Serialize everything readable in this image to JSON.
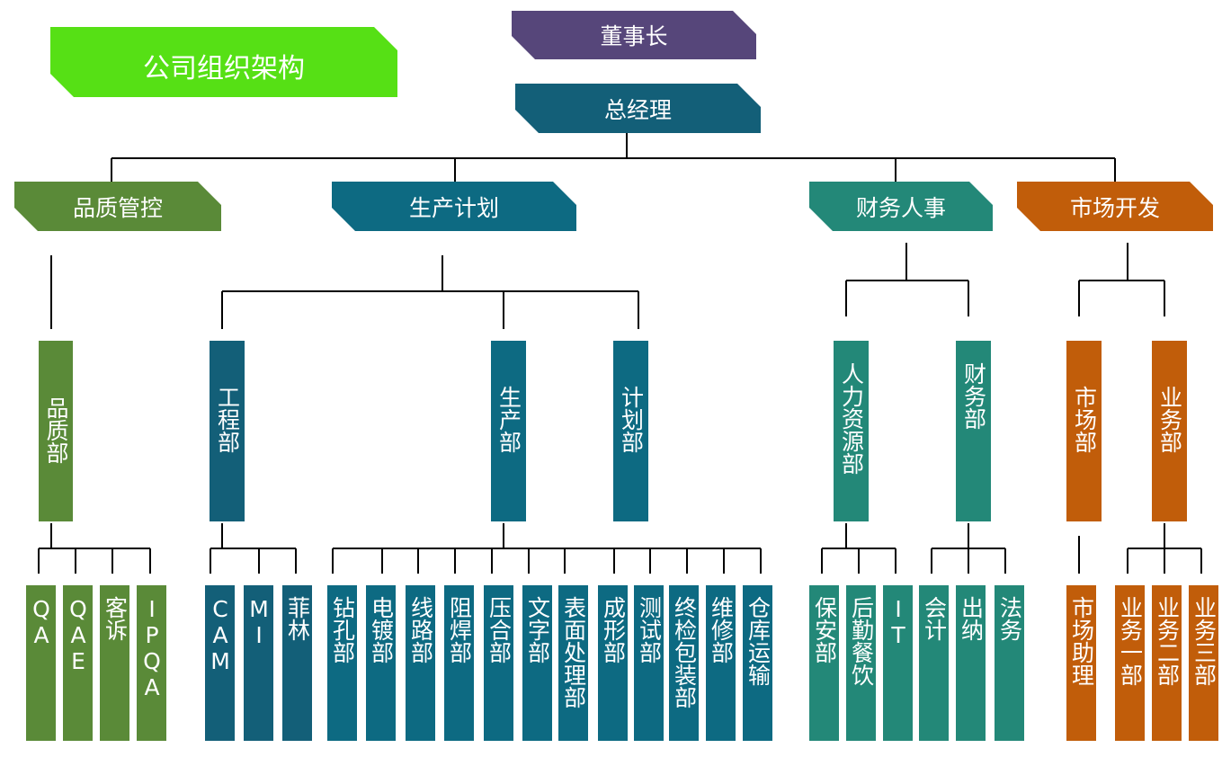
{
  "title": "公司组织架构",
  "colors": {
    "chairman": "#56467a",
    "manager": "#135f78",
    "quality": "#5a8a38",
    "production": "#0d6a82",
    "finance": "#238878",
    "market": "#c15d0a",
    "title": "#56e015",
    "line": "#000000"
  },
  "chairman": "董事长",
  "general_manager": "总经理",
  "divisions": {
    "quality": "品质管控",
    "production": "生产计划",
    "finance": "财务人事",
    "market": "市场开发"
  },
  "departments": {
    "quality_dept": "品质部",
    "engineering": "工程部",
    "production_dept": "生产部",
    "planning": "计划部",
    "hr": "人力资源部",
    "finance_dept": "财务部",
    "market_dept": "市场部",
    "business": "业务部"
  },
  "units": {
    "quality": [
      "QA",
      "QAE",
      "客诉",
      "IPQA"
    ],
    "engineering": [
      "CAM",
      "MI",
      "菲林"
    ],
    "production": [
      "钻孔部",
      "电镀部",
      "线路部",
      "阻焊部",
      "压合部",
      "文字部",
      "表面处理部",
      "成形部",
      "测试部",
      "终检包装部",
      "维修部",
      "仓库运输"
    ],
    "hr": [
      "保安部",
      "后勤餐饮",
      "IT"
    ],
    "finance": [
      "会计",
      "出纳",
      "法务"
    ],
    "market": [
      "市场助理"
    ],
    "business": [
      "业务一部",
      "业务二部",
      "业务三部"
    ]
  }
}
